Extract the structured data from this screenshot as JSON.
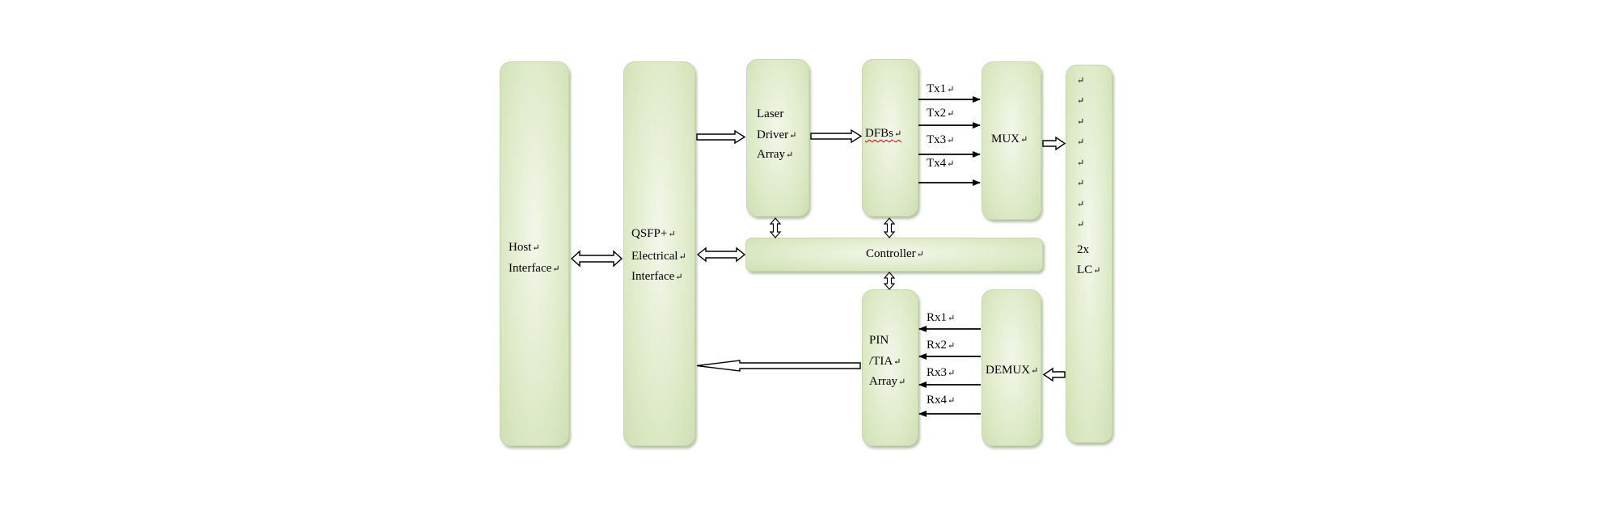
{
  "diagram": {
    "return_mark": "↵",
    "blocks": {
      "host_interface": {
        "lines": [
          "Host",
          "Interface"
        ]
      },
      "qsfp_interface": {
        "lines": [
          "QSFP+",
          "Electrical",
          "Interface"
        ]
      },
      "laser_driver": {
        "lines": [
          "Laser",
          "Driver",
          "Array"
        ]
      },
      "dfbs": {
        "lines": [
          "DFBs"
        ]
      },
      "mux": {
        "lines": [
          "MUX"
        ]
      },
      "controller": {
        "lines": [
          "Controller"
        ]
      },
      "pin_tia": {
        "lines": [
          "PIN",
          "/TIA",
          "Array"
        ]
      },
      "demux": {
        "lines": [
          "DEMUX"
        ]
      },
      "lc": {
        "lines": [
          "2x",
          "LC"
        ]
      }
    },
    "tx_labels": [
      "Tx1",
      "Tx2",
      "Tx3",
      "Tx4"
    ],
    "rx_labels": [
      "Rx1",
      "Rx2",
      "Rx3",
      "Rx4"
    ],
    "colors": {
      "block_fill_center": "#f2f7e9",
      "block_fill_edge": "#cfdfb3",
      "block_border": "#c9d6ad",
      "arrow": "#000000",
      "text": "#000000"
    }
  }
}
